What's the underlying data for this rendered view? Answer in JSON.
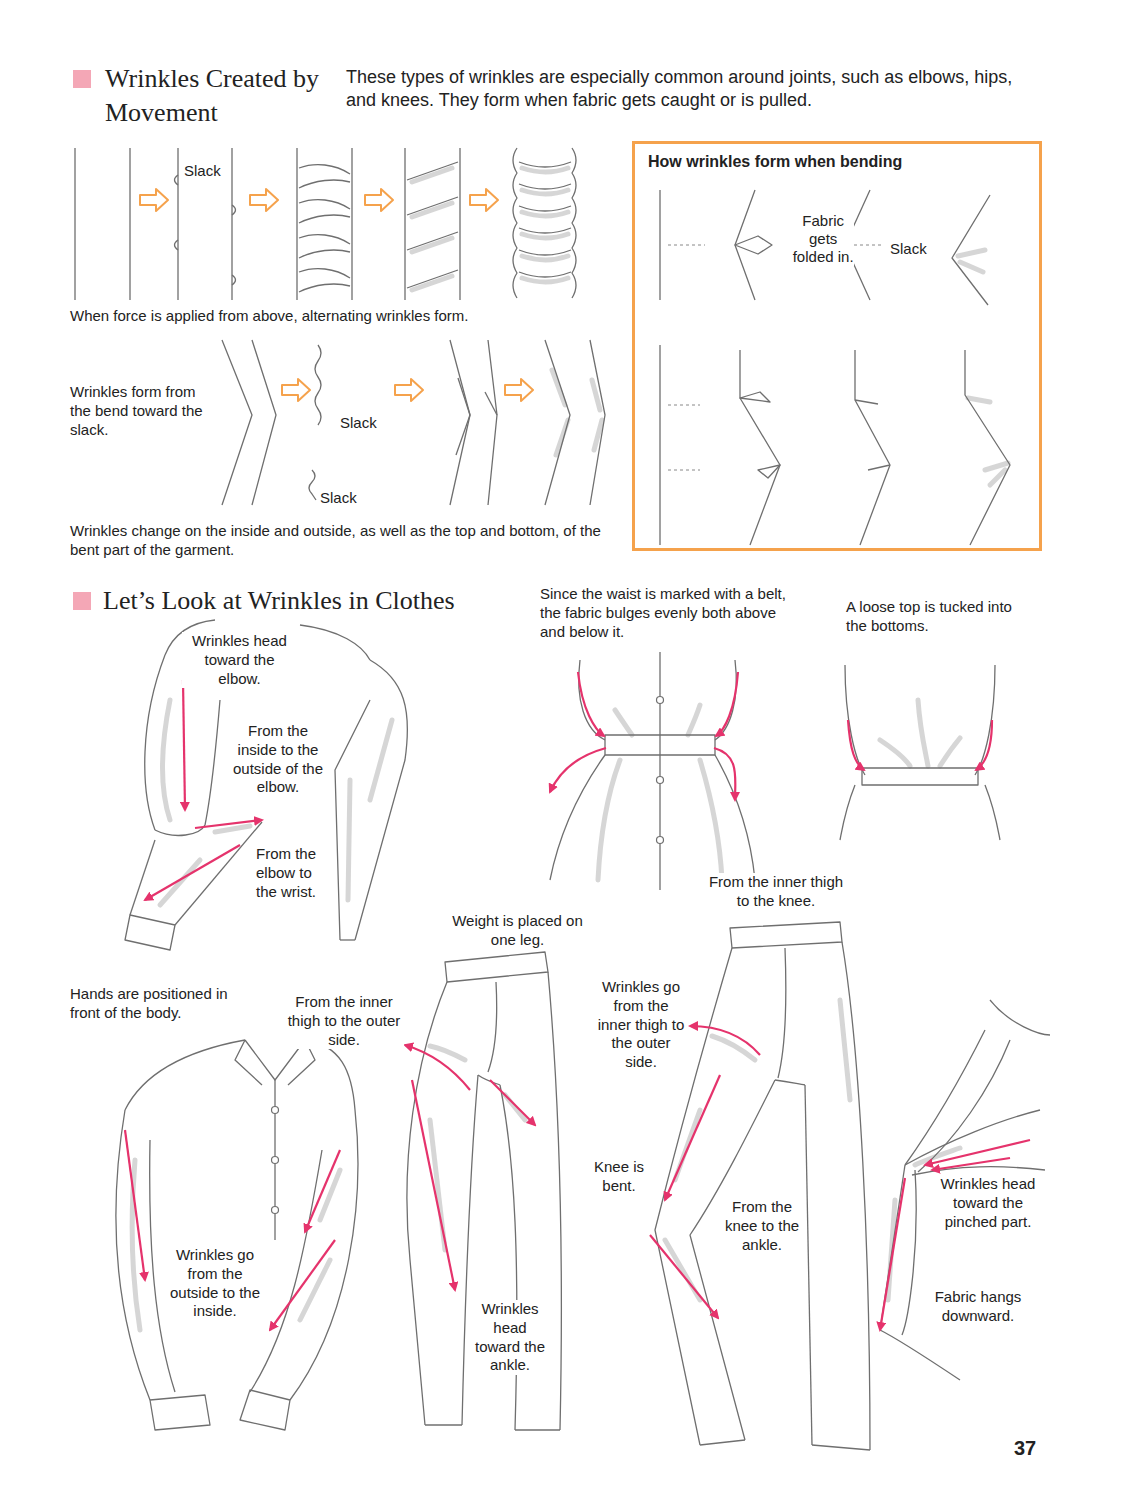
{
  "diagram": {
    "nodes": [
      {
        "text": [
          "How wrinkles form when bending",
          "Fabric gets folded in.",
          "Slack"
        ]
      }
    ],
    "labels": [
      "Wrinkles Created by Movement",
      "These types of wrinkles are especially common around joints, such as elbows, hips, and knees. They form when fabric gets caught or is pulled.",
      "Slack",
      "When force is applied from above, alternating wrinkles form.",
      "Wrinkles form from the bend toward the slack.",
      "Slack",
      "Slack",
      "Wrinkles change on the inside and outside, as well as the top and bottom, of the bent part of the garment.",
      "Let’s Look at Wrinkles in Clothes",
      "Wrinkles head toward the elbow.",
      "From the inside to the outside of the elbow.",
      "From the elbow to the wrist.",
      "Since the waist is marked with a belt, the fabric bulges evenly both above and below it.",
      "A loose top is tucked into the bottoms.",
      "Weight is placed on one leg.",
      "From the inner thigh to the knee.",
      "Hands are positioned in front of the body.",
      "From the inner thigh to the outer side.",
      "Wrinkles go from the inner thigh to the outer side.",
      "Knee is bent.",
      "From the knee to the ankle.",
      "Wrinkles head toward the pinched part.",
      "Fabric hangs downward.",
      "Wrinkles go from the outside to the inside.",
      "Wrinkles head toward the ankle.",
      "37"
    ]
  }
}
